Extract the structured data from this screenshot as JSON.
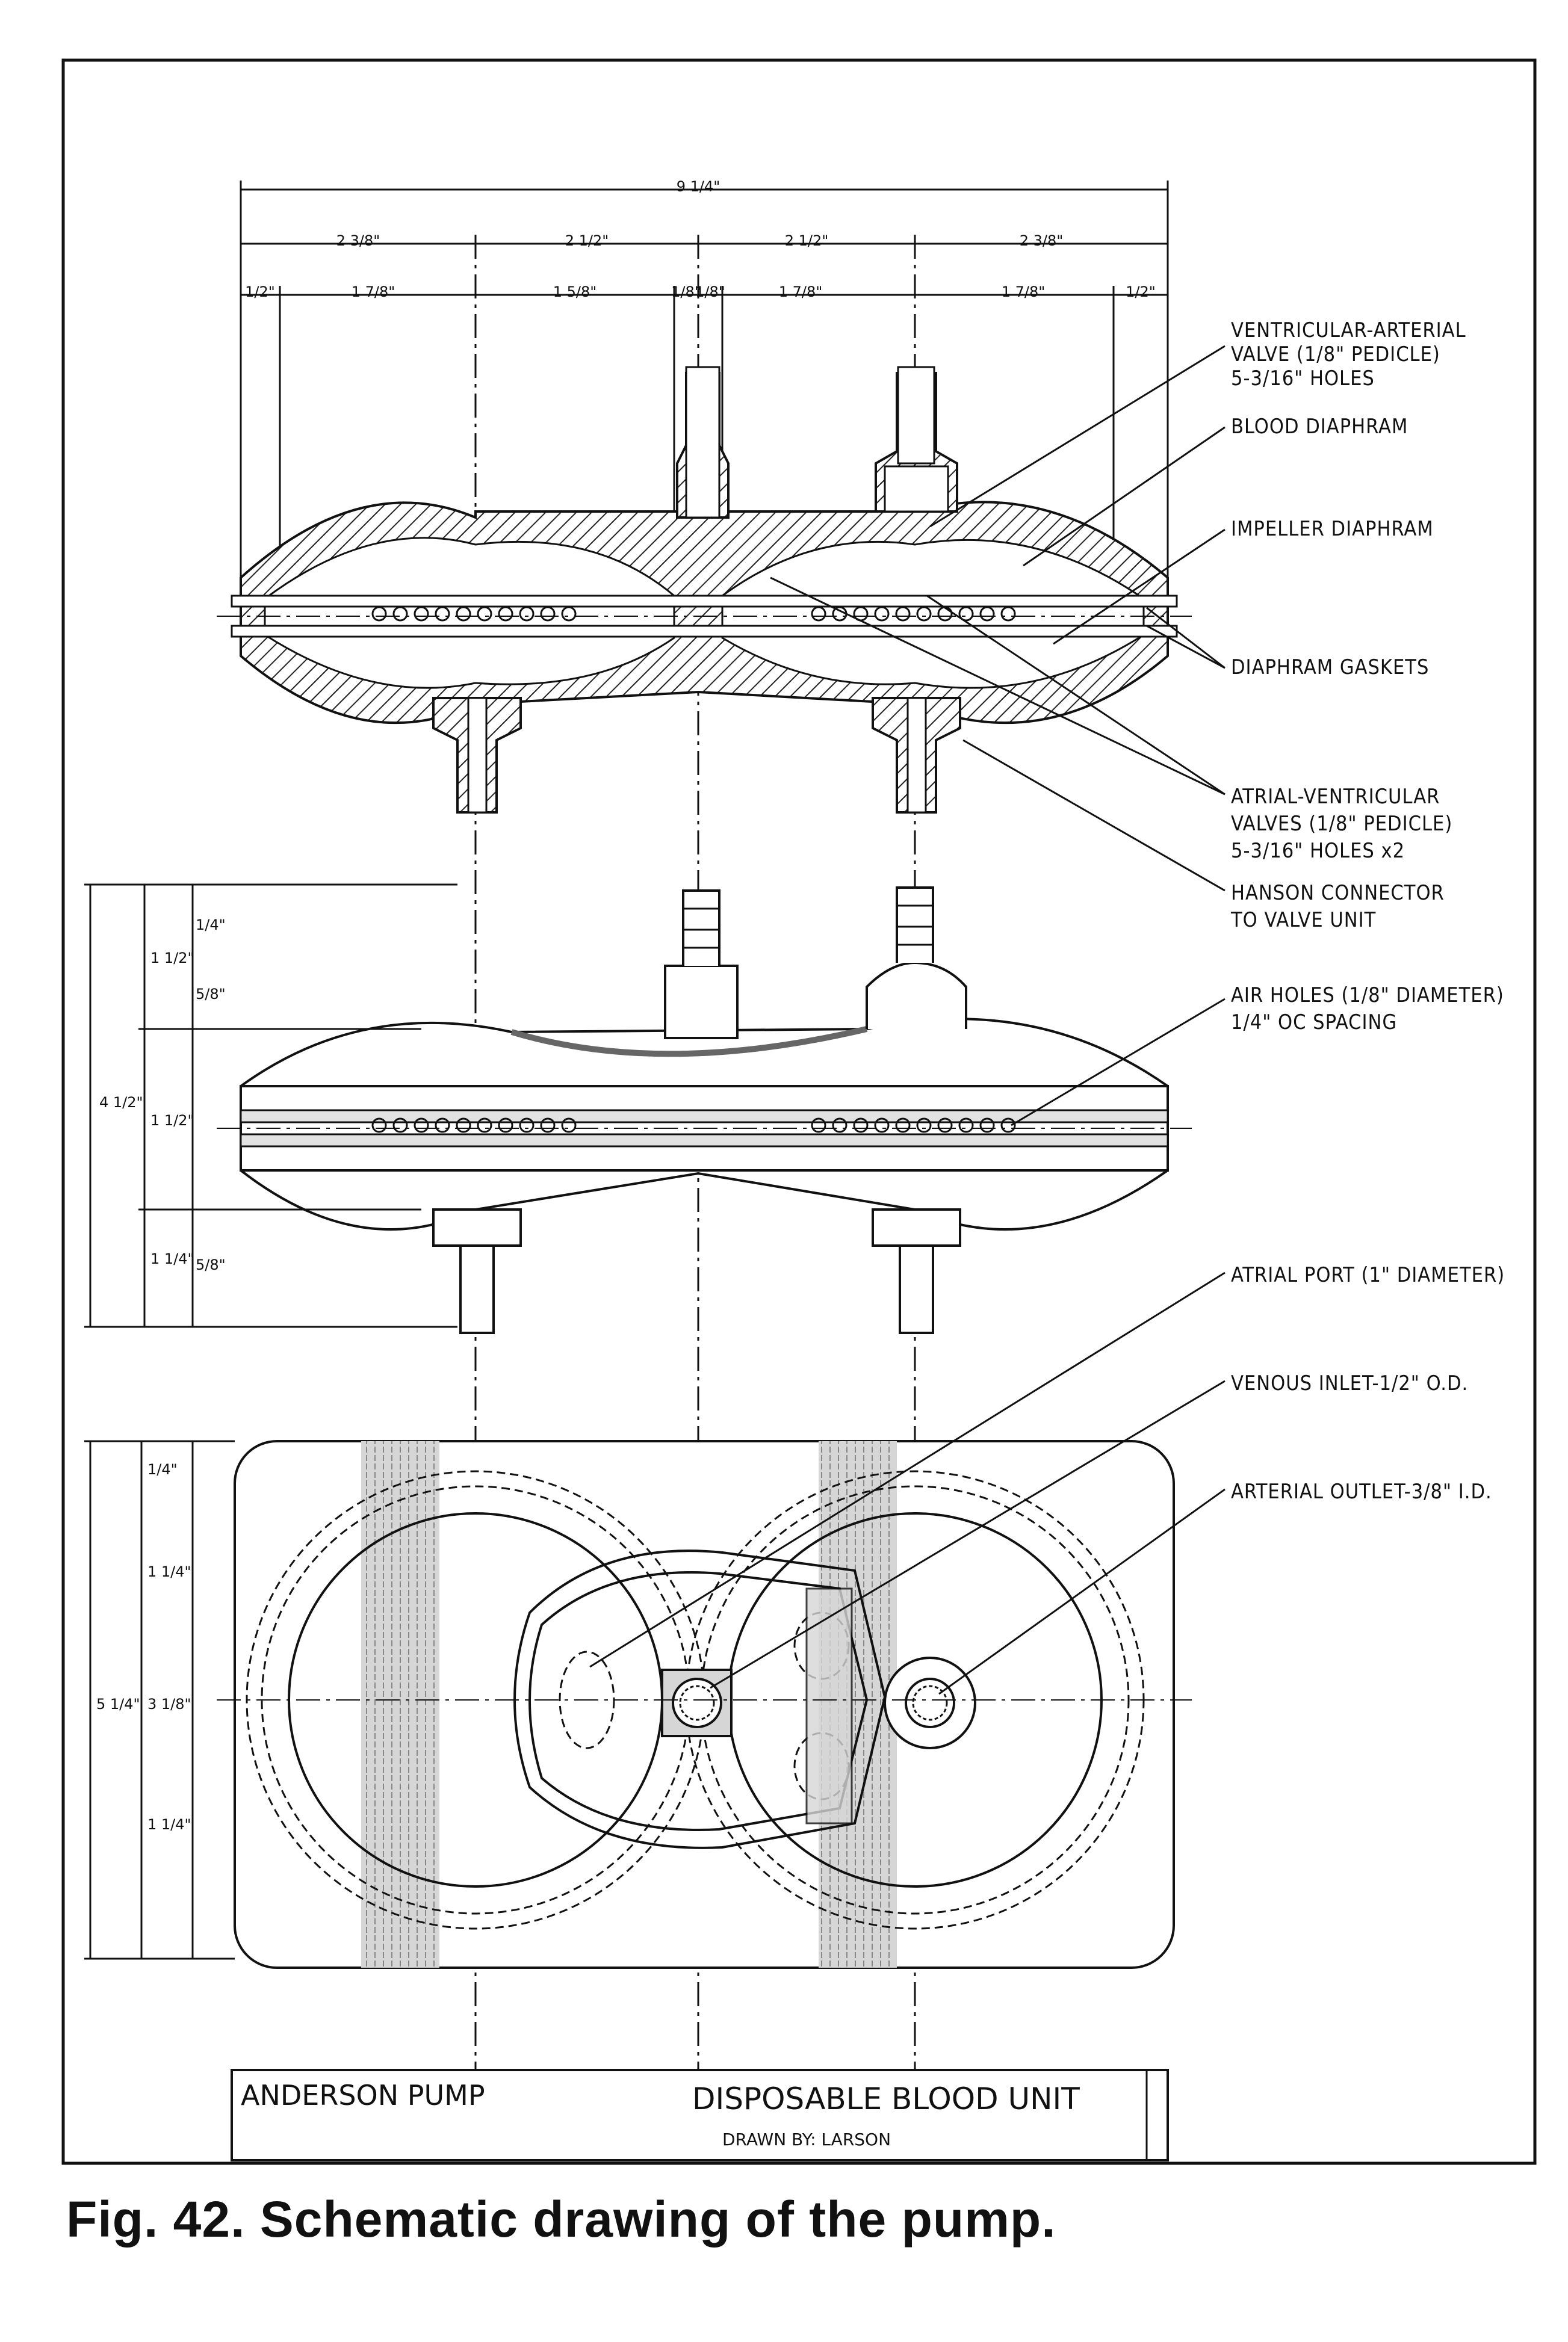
{
  "callouts": {
    "va_valve": [
      "VENTRICULAR-ARTERIAL",
      "VALVE (1/8\" PEDICLE)",
      "5-3/16\" HOLES"
    ],
    "blood_diaphragm": "BLOOD DIAPHRAM",
    "impeller_diaphragm": "IMPELLER DIAPHRAM",
    "gaskets": "DIAPHRAM GASKETS",
    "av_valves": [
      "ATRIAL-VENTRICULAR",
      "VALVES (1/8\" PEDICLE)",
      "5-3/16\" HOLES x2"
    ],
    "hanson": [
      "HANSON CONNECTOR",
      "TO VALVE UNIT"
    ],
    "air_holes": [
      "AIR HOLES (1/8\" DIAMETER)",
      "1/4\" OC SPACING"
    ],
    "atrial_port": "ATRIAL PORT (1\" DIAMETER)",
    "venous_inlet": "VENOUS INLET-1/2\" O.D.",
    "arterial_outlet": "ARTERIAL OUTLET-3/8\" I.D."
  },
  "dimensions": {
    "overall": "9 1/4\"",
    "major": [
      "2 3/8\"",
      "2 1/2\"",
      "2 1/2\"",
      "2 3/8\""
    ],
    "minor": [
      "1/2\"",
      "1 7/8\"",
      "1 5/8\"",
      "1/8\"",
      "1/8\"",
      "1 7/8\"",
      "1 7/8\"",
      "1/2\""
    ],
    "side_view": [
      "4 1/2\"",
      "1 1/2\"",
      "1 1/2\"",
      "1 1/4\"",
      "5/8\"",
      "5/8\"",
      "1/4\""
    ],
    "plan_view": [
      "5 1/4\"",
      "3 1/8\"",
      "1 1/4\"",
      "1 1/4\"",
      "1/4\""
    ]
  },
  "title_block": {
    "left": "ANDERSON PUMP",
    "title": "DISPOSABLE BLOOD UNIT",
    "drawn_by": "DRAWN BY: LARSON"
  },
  "caption": "Fig. 42.  Schematic drawing of the pump."
}
